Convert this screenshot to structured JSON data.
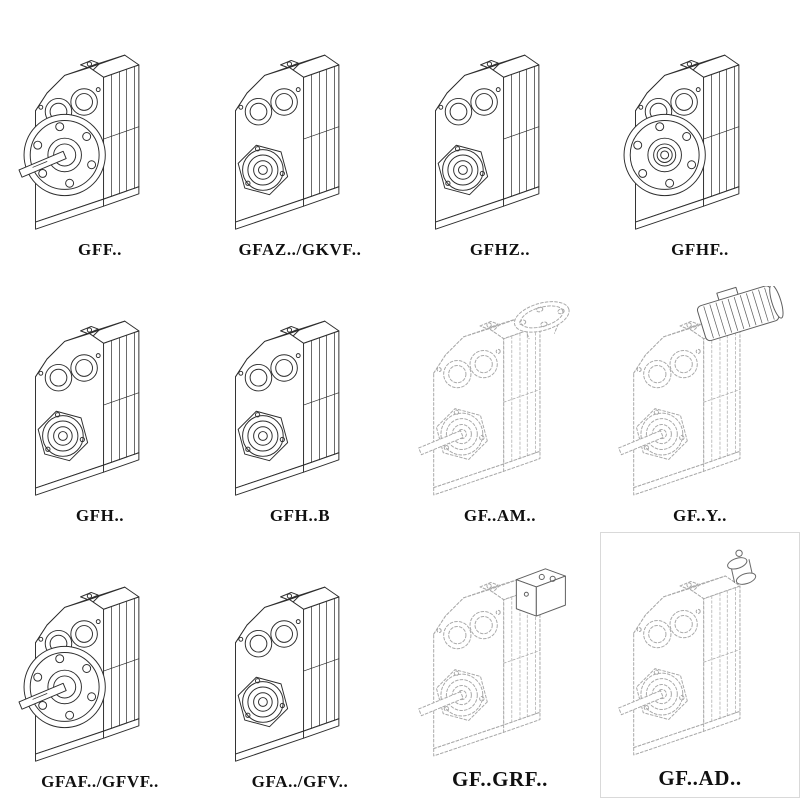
{
  "page": {
    "background": "#ffffff",
    "ink": "#2e2e2e",
    "ghost_ink": "#a9a9a9"
  },
  "catalog": {
    "items": [
      {
        "label": "GFF..",
        "drawing": "solid gearbox with round output flange and shaft"
      },
      {
        "label": "GFAZ../GKVF..",
        "drawing": "solid gearbox, hollow output bearing face"
      },
      {
        "label": "GFHZ..",
        "drawing": "solid gearbox, hollow output bearing face"
      },
      {
        "label": "GFHF..",
        "drawing": "solid gearbox with round output flange, hollow bore"
      },
      {
        "label": "GFH..",
        "drawing": "solid gearbox, hollow output bearing face"
      },
      {
        "label": "GFH..B",
        "drawing": "solid gearbox on mounting base"
      },
      {
        "label": "GF..AM..",
        "drawing": "ghost-line gearbox with input flange on top"
      },
      {
        "label": "GF..Y..",
        "drawing": "ghost-line gearbox with finned motor on top"
      },
      {
        "label": "GFAF../GFVF..",
        "drawing": "solid gearbox with round output flange and shaft"
      },
      {
        "label": "GFA../GFV..",
        "drawing": "solid gearbox, hollow output bearing face"
      },
      {
        "label": "GF..GRF..",
        "drawing": "ghost-line gearbox with input adapter box"
      },
      {
        "label": "GF..AD..",
        "drawing": "ghost-line gearbox with input shaft adapter"
      }
    ]
  }
}
